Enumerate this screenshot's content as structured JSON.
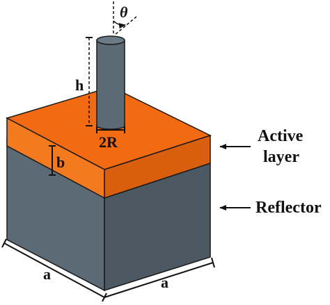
{
  "labels": {
    "theta": "θ",
    "h": "h",
    "diameter": "2R",
    "b": "b",
    "a_left": "a",
    "a_right": "a",
    "active_line1": "Active",
    "active_line2": "layer",
    "reflector": "Reflector"
  },
  "colors": {
    "active_front": "#f47a1f",
    "active_top": "#f26b12",
    "active_side": "#d95e0e",
    "reflector_front": "#5b6a74",
    "reflector_side": "#4c5962",
    "rod": "#5b6a74",
    "rod_top": "#6b7a84",
    "stroke": "#1a1a1a"
  }
}
